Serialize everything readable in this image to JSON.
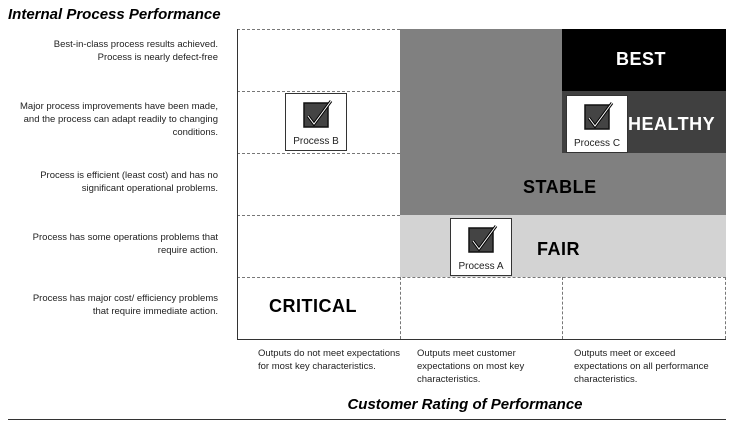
{
  "title_top": "Internal Process Performance",
  "title_bottom": "Customer Rating of Performance",
  "row_labels": [
    "Best-in-class process results achieved.  Process is nearly defect-free",
    "Major process improvements have been made, and the process can adapt readily to changing conditions.",
    "Process is efficient (least cost) and has no significant operational problems.",
    "Process has some operations problems that require action.",
    "Process has major cost/ efficiency problems that require immediate action."
  ],
  "col_labels": [
    "Outputs do not meet expectations for most key characteristics.",
    "Outputs meet customer expectations on most key characteristics.",
    "Outputs meet or exceed expectations on all performance characteristics."
  ],
  "zones": {
    "best": "BEST",
    "healthy": "HEALTHY",
    "stable": "STABLE",
    "fair": "FAIR",
    "critical": "CRITICAL"
  },
  "processes": {
    "a": "Process A",
    "b": "Process B",
    "c": "Process C"
  },
  "colors": {
    "best": "#000000",
    "healthy": "#404040",
    "stable": "#808080",
    "fair": "#d3d3d3",
    "critical": "#ffffff"
  }
}
